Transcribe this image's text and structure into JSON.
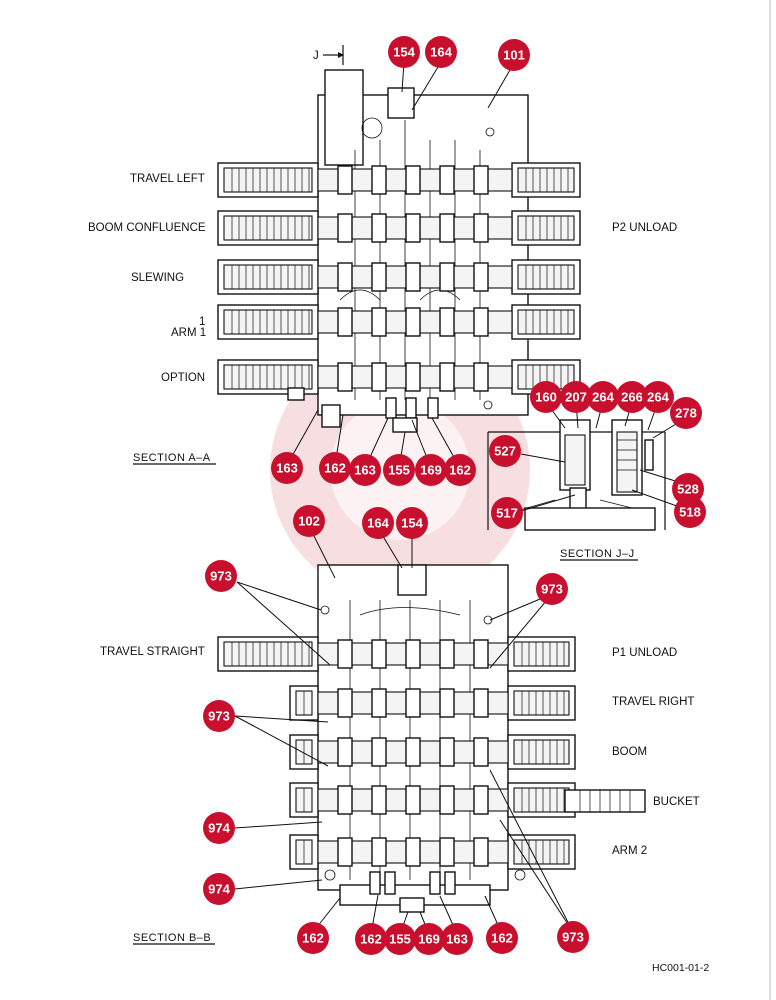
{
  "section_aa": {
    "title": "SECTION  A–A",
    "view_marker": "J",
    "left_labels": [
      "TRAVEL LEFT",
      "BOOM CONFLUENCE",
      "SLEWING",
      "1\nARM 1",
      "OPTION"
    ],
    "right_labels": [
      "P2 UNLOAD"
    ],
    "parts": [
      "154",
      "164",
      "101",
      "163",
      "162",
      "163",
      "155",
      "169",
      "162"
    ]
  },
  "section_jj": {
    "title": "SECTION  J–J",
    "parts": [
      "160",
      "207",
      "264",
      "266",
      "264",
      "278",
      "527",
      "528",
      "517",
      "518"
    ]
  },
  "section_bb": {
    "title": "SECTION  B–B",
    "left_labels": [
      "TRAVEL STRAIGHT"
    ],
    "right_labels": [
      "P1 UNLOAD",
      "TRAVEL RIGHT",
      "BOOM",
      "BUCKET",
      "ARM 2"
    ],
    "parts": [
      "102",
      "164",
      "154",
      "973",
      "973",
      "973",
      "974",
      "974",
      "162",
      "162",
      "155",
      "169",
      "163",
      "162",
      "973"
    ]
  },
  "drawing_code": "HC001-01-2",
  "colors": {
    "callout": "#c8102e",
    "line": "#111111",
    "watermark": "#e8a0a6"
  }
}
